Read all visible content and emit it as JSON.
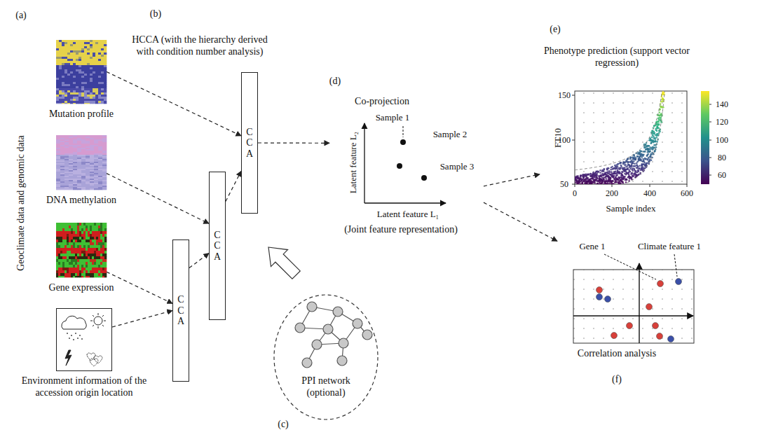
{
  "diagram": {
    "nodes": [
      {
        "text": [
          "Mutation profile"
        ]
      },
      {
        "text": [
          "DNA methylation"
        ]
      },
      {
        "text": [
          "Gene expression"
        ]
      },
      {
        "text": [
          "Environment information of the accession origin location"
        ]
      },
      {
        "text": [
          "CCA"
        ]
      },
      {
        "text": [
          "CCA"
        ]
      },
      {
        "text": [
          "CCA"
        ]
      },
      {
        "text": [
          "Co-projection",
          "(Joint feature representation)"
        ]
      },
      {
        "text": [
          "Phenotype prediction (support vector regression)"
        ]
      },
      {
        "text": [
          "Correlation analysis"
        ]
      },
      {
        "text": [
          "PPI network (optional)"
        ]
      }
    ],
    "edges": [
      {
        "from": 0,
        "to": 6,
        "arrow": "to"
      },
      {
        "from": 1,
        "to": 5,
        "arrow": "to"
      },
      {
        "from": 2,
        "to": 4,
        "arrow": "to"
      },
      {
        "from": 3,
        "to": 4,
        "arrow": "to"
      },
      {
        "from": 4,
        "to": 5,
        "arrow": "to"
      },
      {
        "from": 5,
        "to": 6,
        "arrow": "to"
      },
      {
        "from": 6,
        "to": 7,
        "arrow": "to"
      },
      {
        "from": 7,
        "to": 8,
        "arrow": "to"
      },
      {
        "from": 7,
        "to": 9,
        "arrow": "to"
      }
    ],
    "labels": [
      "(a)",
      "Geoclimate data and genomic data",
      "(b)",
      "HCCA (with the hierarchy derived with condition number analysis)",
      "(c)",
      "(d)",
      "Sample 1",
      "Sample 2",
      "Sample 3",
      "Latent feature L₂",
      "Latent feature L₁",
      "(e)",
      "FT10",
      "Sample index",
      "150",
      "100",
      "50",
      "0",
      "200",
      "400",
      "600",
      "140",
      "120",
      "100",
      "80",
      "60",
      "Gene 1",
      "Climate feature 1",
      "(f)"
    ]
  }
}
